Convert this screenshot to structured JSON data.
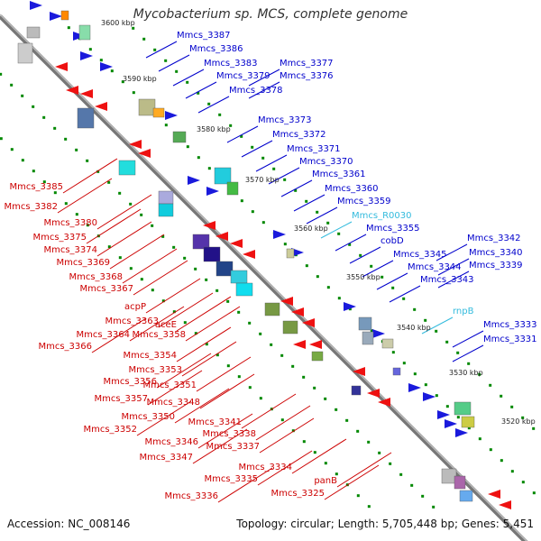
{
  "title": "Mycobacterium sp. MCS, complete genome",
  "footer": {
    "accession_label": "Accession:",
    "accession": "NC_008146",
    "topology_label": "Topology:",
    "topology": "circular;",
    "length_label": "Length:",
    "length": "5,705,448 bp;",
    "genes_label": "Genes:",
    "genes": "5,451"
  },
  "colors": {
    "forward_label": "#0000cc",
    "reverse_label": "#cc0000",
    "rna_label": "#33bbdd",
    "backbone": "#777777",
    "tick_dot": "#008800"
  },
  "ticks": [
    {
      "label": "3600 kbp"
    },
    {
      "label": "3590 kbp"
    },
    {
      "label": "3580 kbp"
    },
    {
      "label": "3570 kbp"
    },
    {
      "label": "3560 kbp"
    },
    {
      "label": "3550 kbp"
    },
    {
      "label": "3540 kbp"
    },
    {
      "label": "3530 kbp"
    },
    {
      "label": "3520 kbp"
    }
  ],
  "forward_labels": [
    "Mmcs_3387",
    "Mmcs_3386",
    "Mmcs_3383",
    "Mmcs_3377",
    "Mmcs_3379",
    "Mmcs_3376",
    "Mmcs_3378",
    "Mmcs_3373",
    "Mmcs_3372",
    "Mmcs_3371",
    "Mmcs_3370",
    "Mmcs_3361",
    "Mmcs_3360",
    "Mmcs_3359",
    "Mmcs_R0030",
    "Mmcs_3355",
    "cobD",
    "Mmcs_3342",
    "Mmcs_3345",
    "Mmcs_3340",
    "Mmcs_3344",
    "Mmcs_3339",
    "Mmcs_3343",
    "rnpB",
    "Mmcs_3333",
    "Mmcs_3331"
  ],
  "reverse_labels": [
    "Mmcs_3385",
    "Mmcs_3382",
    "Mmcs_3380",
    "Mmcs_3375",
    "Mmcs_3374",
    "Mmcs_3369",
    "Mmcs_3368",
    "Mmcs_3367",
    "acpP",
    "Mmcs_3363",
    "aceE",
    "Mmcs_3364",
    "Mmcs_3358",
    "Mmcs_3366",
    "Mmcs_3354",
    "Mmcs_3353",
    "Mmcs_3356",
    "Mmcs_3351",
    "Mmcs_3357",
    "Mmcs_3348",
    "Mmcs_3350",
    "Mmcs_3352",
    "Mmcs_3341",
    "Mmcs_3346",
    "Mmcs_3338",
    "Mmcs_3347",
    "Mmcs_3337",
    "Mmcs_3334",
    "Mmcs_3335",
    "panB",
    "Mmcs_3336",
    "Mmcs_3325"
  ]
}
